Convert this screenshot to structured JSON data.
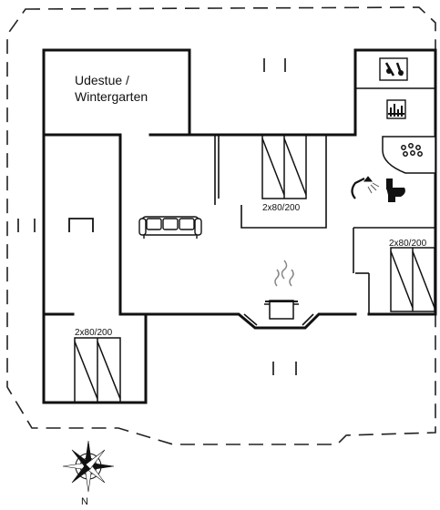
{
  "rooms": {
    "sunroom_label_line1": "Udestue /",
    "sunroom_label_line2": "Wintergarten"
  },
  "beds": {
    "top_center_size": "2x80/200",
    "right_size": "2x80/200",
    "bottom_left_size": "2x80/200"
  },
  "compass": {
    "north_label": "N"
  },
  "icons": [
    "sofa-icon",
    "cooking-pot-icon",
    "shower-icon",
    "toilet-icon",
    "bathtub-icon",
    "washing-machine-icon",
    "dishwasher-icon",
    "compass-rose-icon"
  ]
}
